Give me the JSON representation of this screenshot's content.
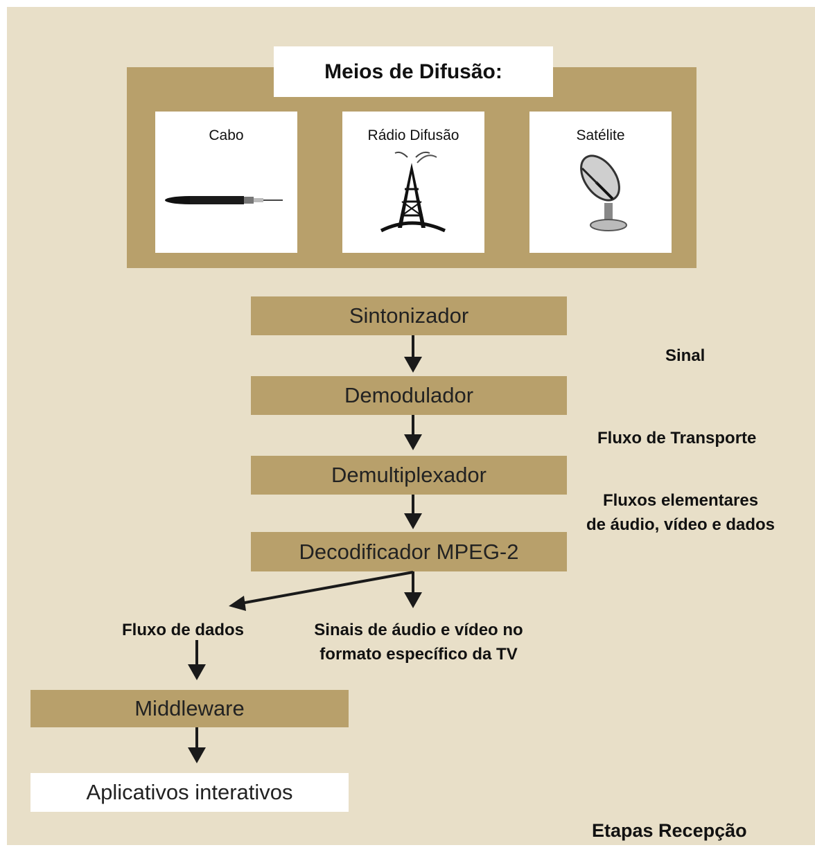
{
  "broadcast": {
    "title": "Meios de Difusão:",
    "media": [
      {
        "label": "Cabo",
        "icon": "coax-cable-icon"
      },
      {
        "label": "Rádio Difusão",
        "icon": "radio-tower-icon"
      },
      {
        "label": "Satélite",
        "icon": "satellite-dish-icon"
      }
    ]
  },
  "stages": {
    "tuner": "Sintonizador",
    "demodulator": "Demodulador",
    "demultiplexer": "Demultiplexador",
    "decoder": "Decodificador MPEG-2",
    "middleware": "Middleware",
    "apps": "Aplicativos interativos"
  },
  "flows": {
    "signal": "Sinal",
    "transport": "Fluxo de Transporte",
    "elementary_line1": "Fluxos elementares",
    "elementary_line2": "de áudio, vídeo e dados",
    "data_stream": "Fluxo de dados",
    "av_line1": "Sinais de áudio e vídeo no",
    "av_line2": "formato específico da TV"
  },
  "caption": "Etapas Recepção",
  "colors": {
    "background": "#e8dfc8",
    "box": "#b8a06b",
    "arrow": "#1a1a1a"
  }
}
